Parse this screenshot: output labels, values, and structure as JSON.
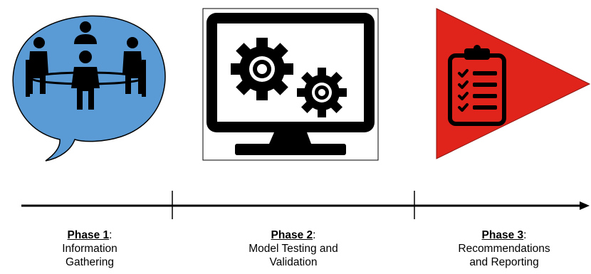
{
  "phases": [
    {
      "name": "Phase 1",
      "suffix": ":",
      "desc_line1": "Information",
      "desc_line2": "Gathering",
      "icon": "meeting-icon",
      "color": "#5b9bd5"
    },
    {
      "name": "Phase 2",
      "suffix": ":",
      "desc_line1": "Model Testing and",
      "desc_line2": "Validation",
      "icon": "monitor-gears-icon",
      "color": "#000000"
    },
    {
      "name": "Phase 3",
      "suffix": ":",
      "desc_line1": "Recommendations",
      "desc_line2": "and Reporting",
      "icon": "clipboard-checklist-icon",
      "color": "#e0241c"
    }
  ]
}
